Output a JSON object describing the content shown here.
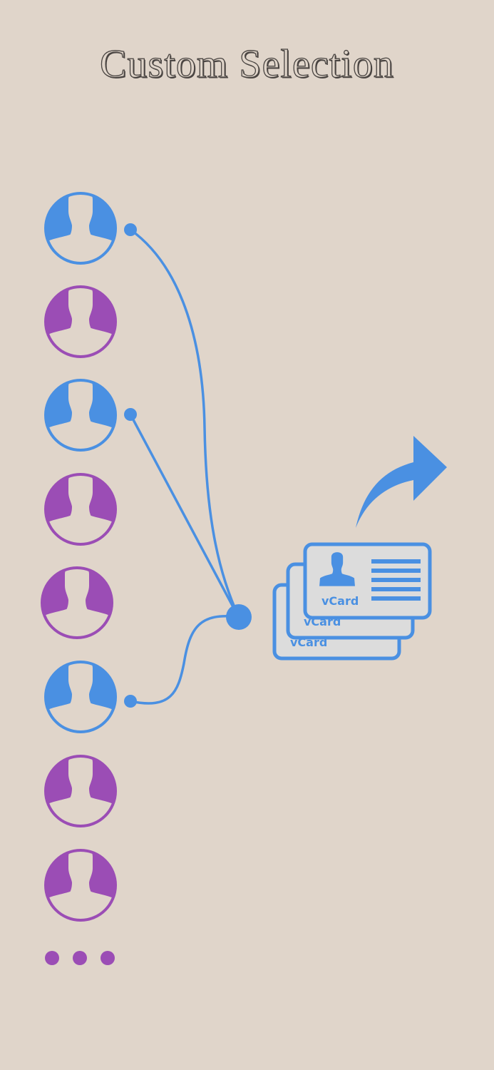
{
  "title": "Custom Selection",
  "colors": {
    "background": "#E0D5CA",
    "selected": "#4A90E2",
    "unselected": "#9B4DB5",
    "card_fill": "#DCDCDC",
    "title_stroke": "#4A4542"
  },
  "contacts": [
    {
      "index": 1,
      "state": "selected",
      "icon": "person-icon"
    },
    {
      "index": 2,
      "state": "unselected",
      "icon": "person-icon"
    },
    {
      "index": 3,
      "state": "selected",
      "icon": "person-icon"
    },
    {
      "index": 4,
      "state": "unselected",
      "icon": "person-icon"
    },
    {
      "index": 5,
      "state": "unselected",
      "icon": "person-icon"
    },
    {
      "index": 6,
      "state": "selected",
      "icon": "person-icon"
    },
    {
      "index": 7,
      "state": "unselected",
      "icon": "person-icon"
    },
    {
      "index": 8,
      "state": "unselected",
      "icon": "person-icon"
    }
  ],
  "more_indicator": "more-dots-icon",
  "vcards": [
    {
      "label": "vCard"
    },
    {
      "label": "vCard"
    },
    {
      "label": "vCard"
    }
  ],
  "export_icon": "share-arrow-icon"
}
